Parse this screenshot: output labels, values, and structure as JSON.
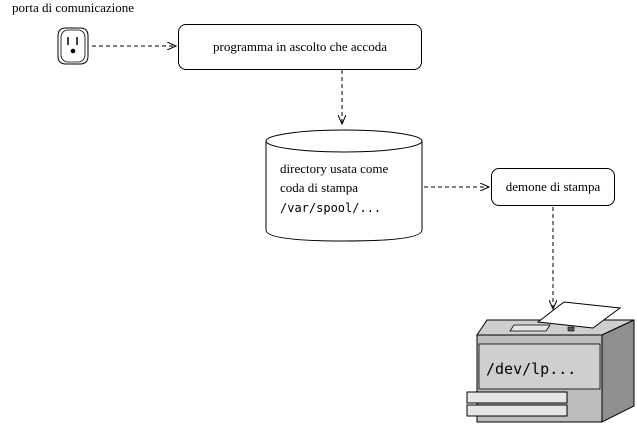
{
  "diagram": {
    "port": {
      "label": "porta di comunicazione",
      "icon": "socket-outlet-icon"
    },
    "listener": {
      "label": "programma in ascolto che accoda"
    },
    "spool": {
      "line1": "directory usata come",
      "line2": "coda di stampa",
      "path": "/var/spool/..."
    },
    "daemon": {
      "label": "demone di stampa"
    },
    "printer": {
      "label": "/dev/lp...",
      "icon": "printer-icon"
    }
  }
}
